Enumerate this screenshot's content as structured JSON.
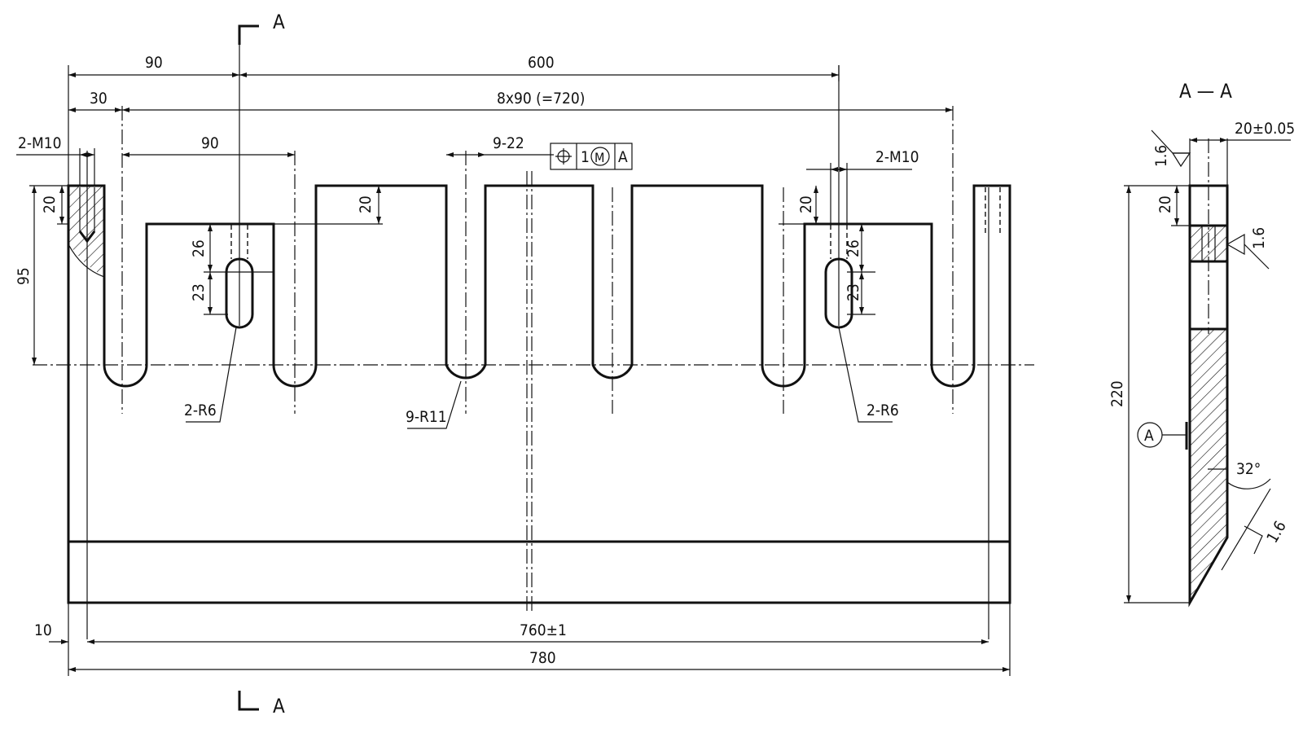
{
  "section_marks": {
    "top_letter": "A",
    "bottom_letter": "A",
    "section_title": "A — A"
  },
  "dimensions": {
    "d_90_top": "90",
    "d_600": "600",
    "d_30": "30",
    "d_8x90": "8x90 (=720)",
    "d_90_second": "90",
    "d_9_22": "9-22",
    "d_20_left": "20",
    "d_20_mid": "20",
    "d_20_right": "20",
    "d_95": "95",
    "d_26_left": "26",
    "d_23_left": "23",
    "d_26_right": "26",
    "d_23_right": "23",
    "d_10": "10",
    "d_760": "760±1",
    "d_780": "780",
    "side_20tol": "20±0.05",
    "side_20": "20",
    "side_220": "220",
    "side_32": "32°"
  },
  "callouts": {
    "m10_left": "2-M10",
    "m10_right": "2-M10",
    "r6_left": "2-R6",
    "r6_right": "2-R6",
    "r11": "9-R11"
  },
  "tolerance_frame": {
    "symbol": "position-icon",
    "value": "1",
    "modifier": "M",
    "datum": "A"
  },
  "surface_finish": {
    "top": "1.6",
    "mid": "1.6",
    "bevel": "1.6"
  },
  "datum_label": "A"
}
